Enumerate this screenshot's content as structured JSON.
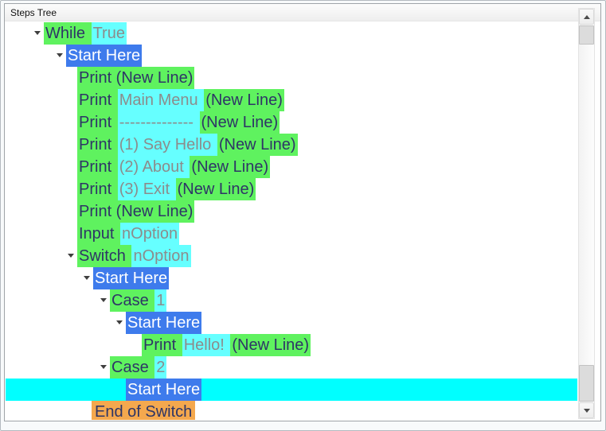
{
  "window": {
    "title": "Steps Tree"
  },
  "colors": {
    "green": "#5ff25f",
    "cyan": "#66ffff",
    "cyan_selected": "#00ffff",
    "blue": "#3e7bec",
    "orange": "#f4a84e",
    "navy": "#2e3566",
    "gray": "#8c8c8c"
  },
  "icons": {
    "expander": "triangle-down",
    "scroll_up": "triangle-up",
    "scroll_down": "triangle-down"
  },
  "tree": {
    "rows": [
      {
        "indent": 50,
        "arrow": true,
        "selected": false,
        "segments": [
          {
            "t": "While ",
            "k": "kw"
          },
          {
            "t": "True",
            "k": "param"
          }
        ]
      },
      {
        "indent": 78,
        "arrow": true,
        "selected": false,
        "segments": [
          {
            "t": "Start Here",
            "k": "start"
          }
        ]
      },
      {
        "indent": 92,
        "arrow": false,
        "selected": false,
        "segments": [
          {
            "t": "Print (New Line)",
            "k": "kw"
          }
        ]
      },
      {
        "indent": 92,
        "arrow": false,
        "selected": false,
        "segments": [
          {
            "t": "Print ",
            "k": "kw"
          },
          {
            "t": "Main Menu ",
            "k": "param"
          },
          {
            "t": "(New Line)",
            "k": "kw"
          }
        ]
      },
      {
        "indent": 92,
        "arrow": false,
        "selected": false,
        "segments": [
          {
            "t": "Print ",
            "k": "kw"
          },
          {
            "t": "-------------- ",
            "k": "param"
          },
          {
            "t": "(New Line)",
            "k": "kw"
          }
        ]
      },
      {
        "indent": 92,
        "arrow": false,
        "selected": false,
        "segments": [
          {
            "t": "Print ",
            "k": "kw"
          },
          {
            "t": "(1) Say Hello ",
            "k": "param"
          },
          {
            "t": "(New Line)",
            "k": "kw"
          }
        ]
      },
      {
        "indent": 92,
        "arrow": false,
        "selected": false,
        "segments": [
          {
            "t": "Print ",
            "k": "kw"
          },
          {
            "t": "(2) About ",
            "k": "param"
          },
          {
            "t": "(New Line)",
            "k": "kw"
          }
        ]
      },
      {
        "indent": 92,
        "arrow": false,
        "selected": false,
        "segments": [
          {
            "t": "Print ",
            "k": "kw"
          },
          {
            "t": "(3) Exit ",
            "k": "param"
          },
          {
            "t": "(New Line)",
            "k": "kw"
          }
        ]
      },
      {
        "indent": 92,
        "arrow": false,
        "selected": false,
        "segments": [
          {
            "t": "Print (New Line)",
            "k": "kw"
          }
        ]
      },
      {
        "indent": 92,
        "arrow": false,
        "selected": false,
        "segments": [
          {
            "t": "Input ",
            "k": "kw"
          },
          {
            "t": "nOption",
            "k": "param"
          }
        ]
      },
      {
        "indent": 92,
        "arrow": true,
        "selected": false,
        "segments": [
          {
            "t": "Switch ",
            "k": "kw"
          },
          {
            "t": "nOption",
            "k": "param"
          }
        ]
      },
      {
        "indent": 112,
        "arrow": true,
        "selected": false,
        "segments": [
          {
            "t": "Start Here",
            "k": "start"
          }
        ]
      },
      {
        "indent": 133,
        "arrow": true,
        "selected": false,
        "segments": [
          {
            "t": "Case ",
            "k": "kw"
          },
          {
            "t": "1",
            "k": "param"
          }
        ]
      },
      {
        "indent": 153,
        "arrow": true,
        "selected": false,
        "segments": [
          {
            "t": "Start Here",
            "k": "start"
          }
        ]
      },
      {
        "indent": 173,
        "arrow": false,
        "selected": false,
        "segments": [
          {
            "t": "Print ",
            "k": "kw"
          },
          {
            "t": "Hello! ",
            "k": "param"
          },
          {
            "t": "(New Line)",
            "k": "kw"
          }
        ]
      },
      {
        "indent": 133,
        "arrow": true,
        "selected": false,
        "segments": [
          {
            "t": "Case ",
            "k": "kw"
          },
          {
            "t": "2",
            "k": "param"
          }
        ]
      },
      {
        "indent": 153,
        "arrow": false,
        "selected": true,
        "segments": [
          {
            "t": "Start Here",
            "k": "start"
          }
        ]
      },
      {
        "indent": 110,
        "arrow": false,
        "selected": false,
        "segments": [
          {
            "t": "End of Switch",
            "k": "end"
          }
        ]
      }
    ]
  }
}
